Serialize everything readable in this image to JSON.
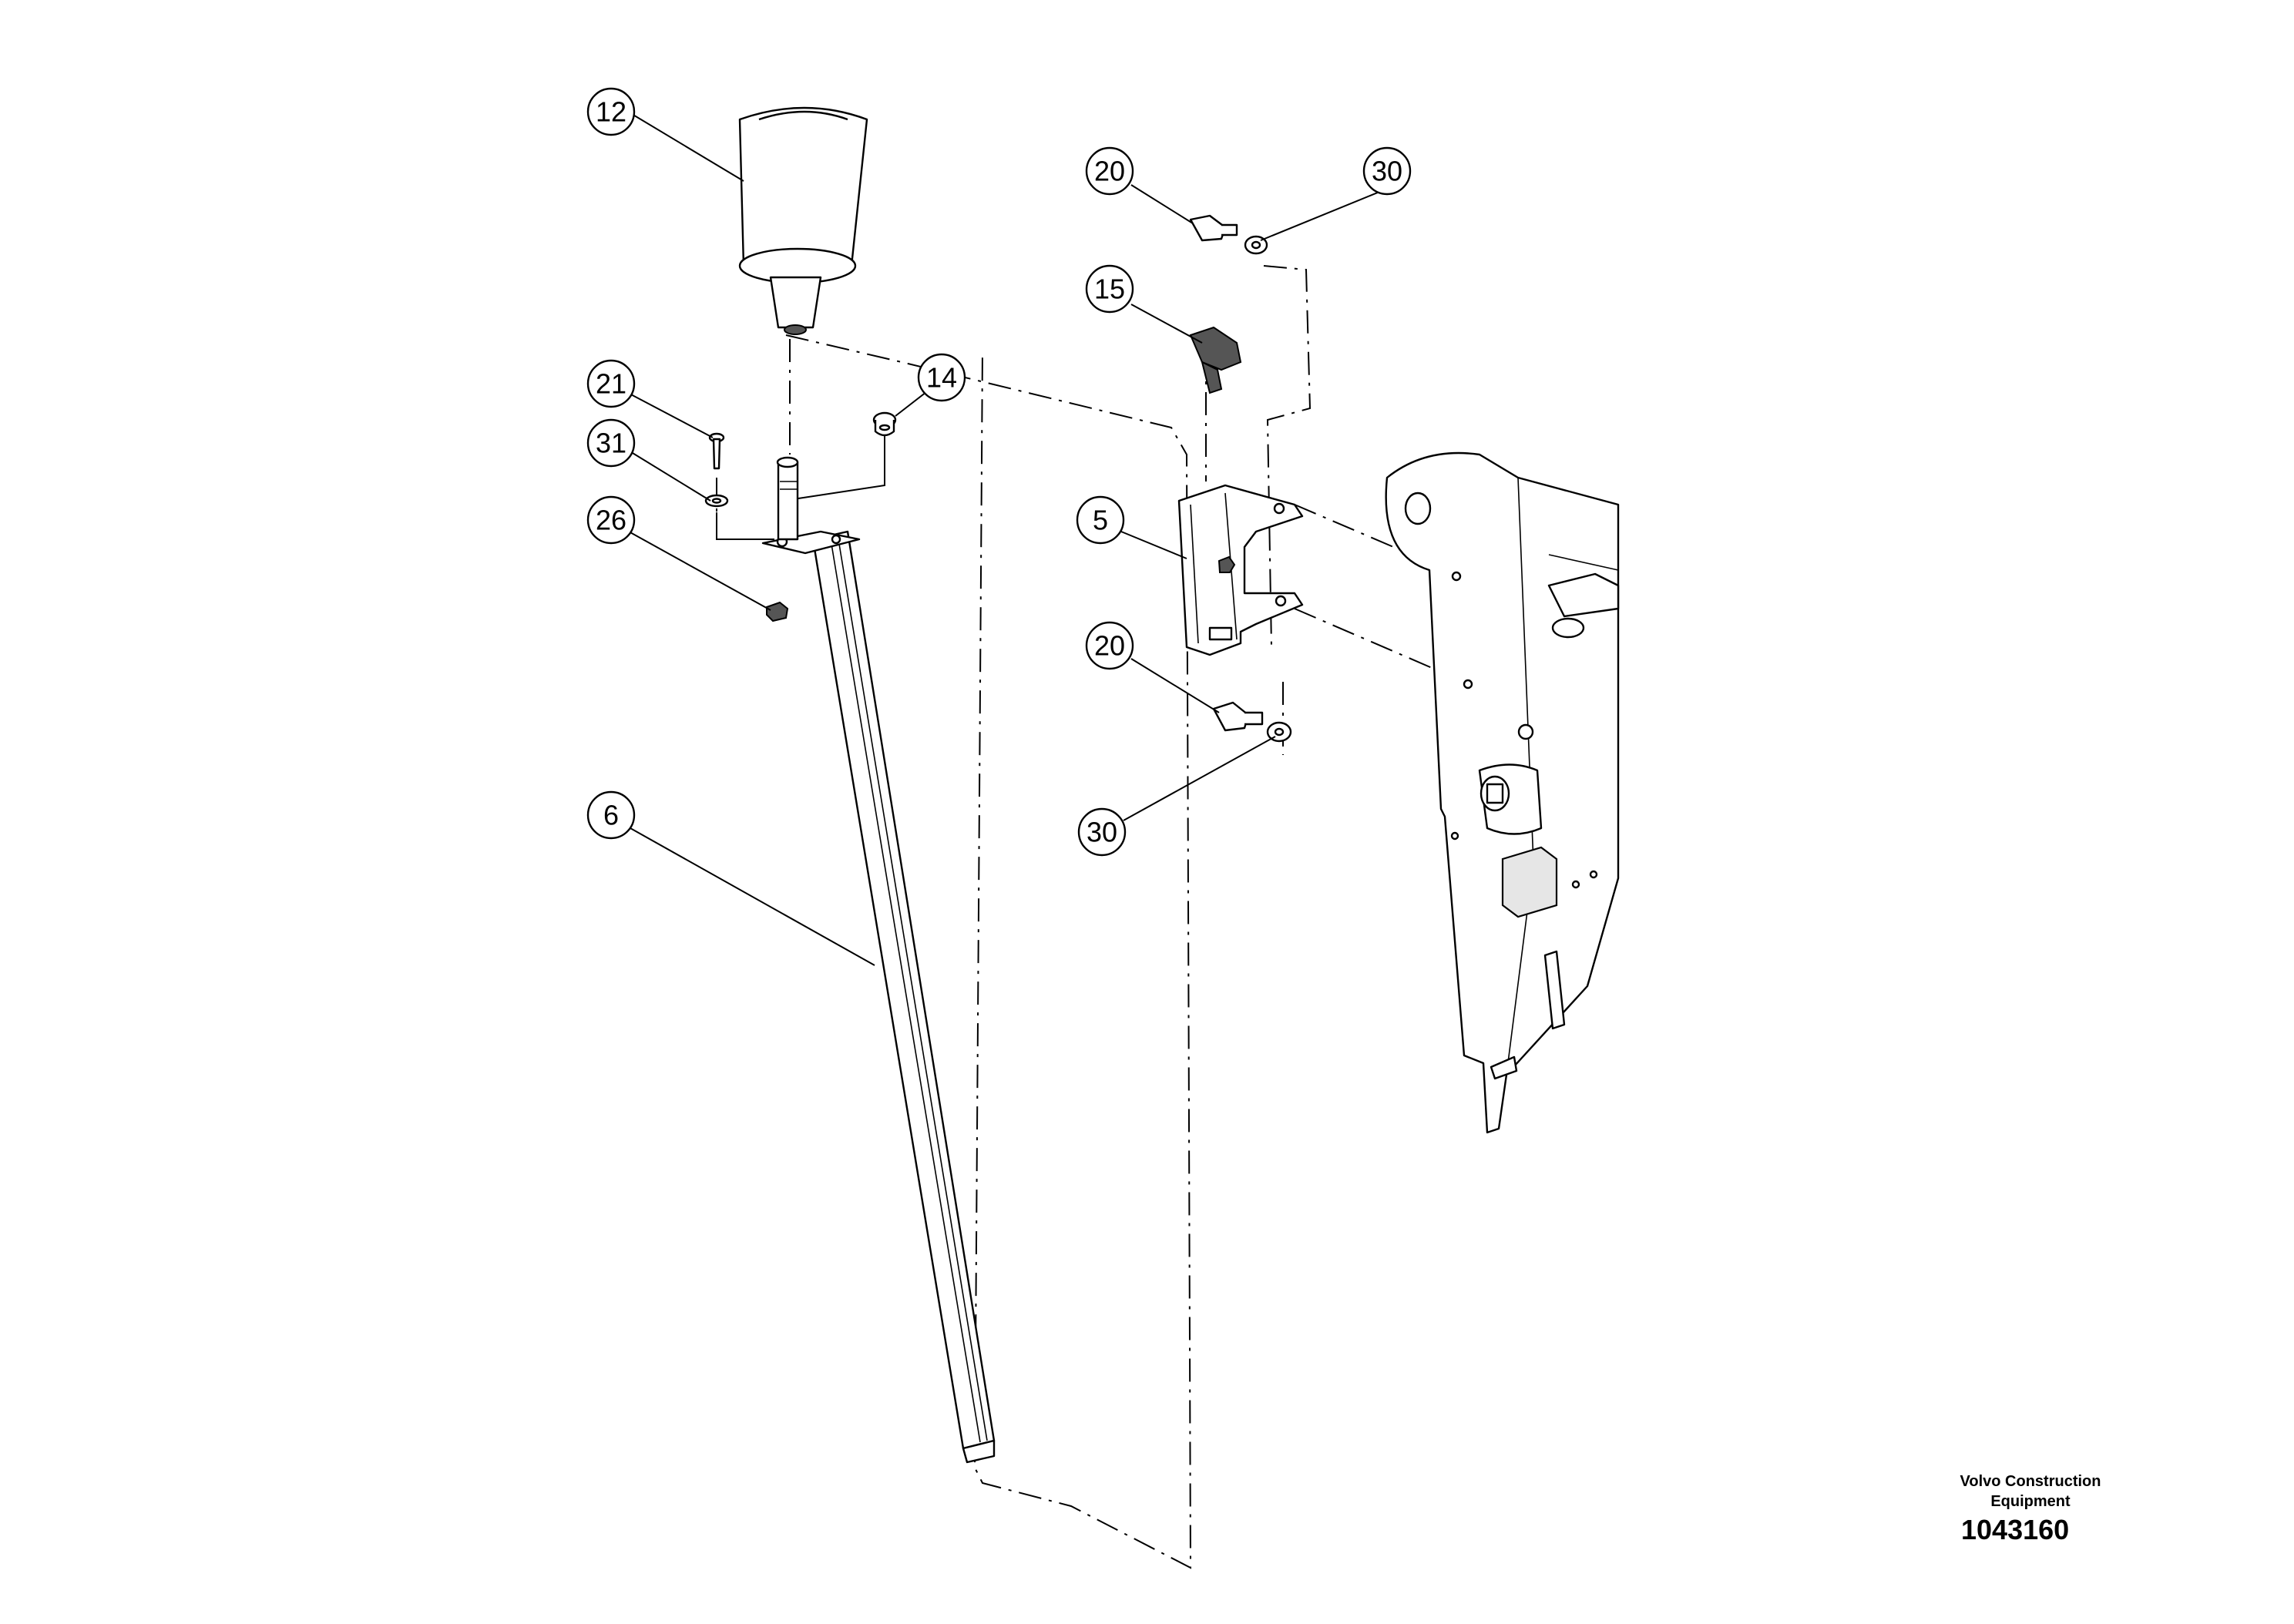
{
  "callouts": [
    {
      "id": "c12",
      "label": "12"
    },
    {
      "id": "c20a",
      "label": "20"
    },
    {
      "id": "c30a",
      "label": "30"
    },
    {
      "id": "c15",
      "label": "15"
    },
    {
      "id": "c21",
      "label": "21"
    },
    {
      "id": "c14",
      "label": "14"
    },
    {
      "id": "c31",
      "label": "31"
    },
    {
      "id": "c26",
      "label": "26"
    },
    {
      "id": "c5",
      "label": "5"
    },
    {
      "id": "c20b",
      "label": "20"
    },
    {
      "id": "c30b",
      "label": "30"
    },
    {
      "id": "c6",
      "label": "6"
    }
  ],
  "footer": {
    "brand_line1": "Volvo Construction",
    "brand_line2": "Equipment",
    "doc_number": "1043160"
  }
}
